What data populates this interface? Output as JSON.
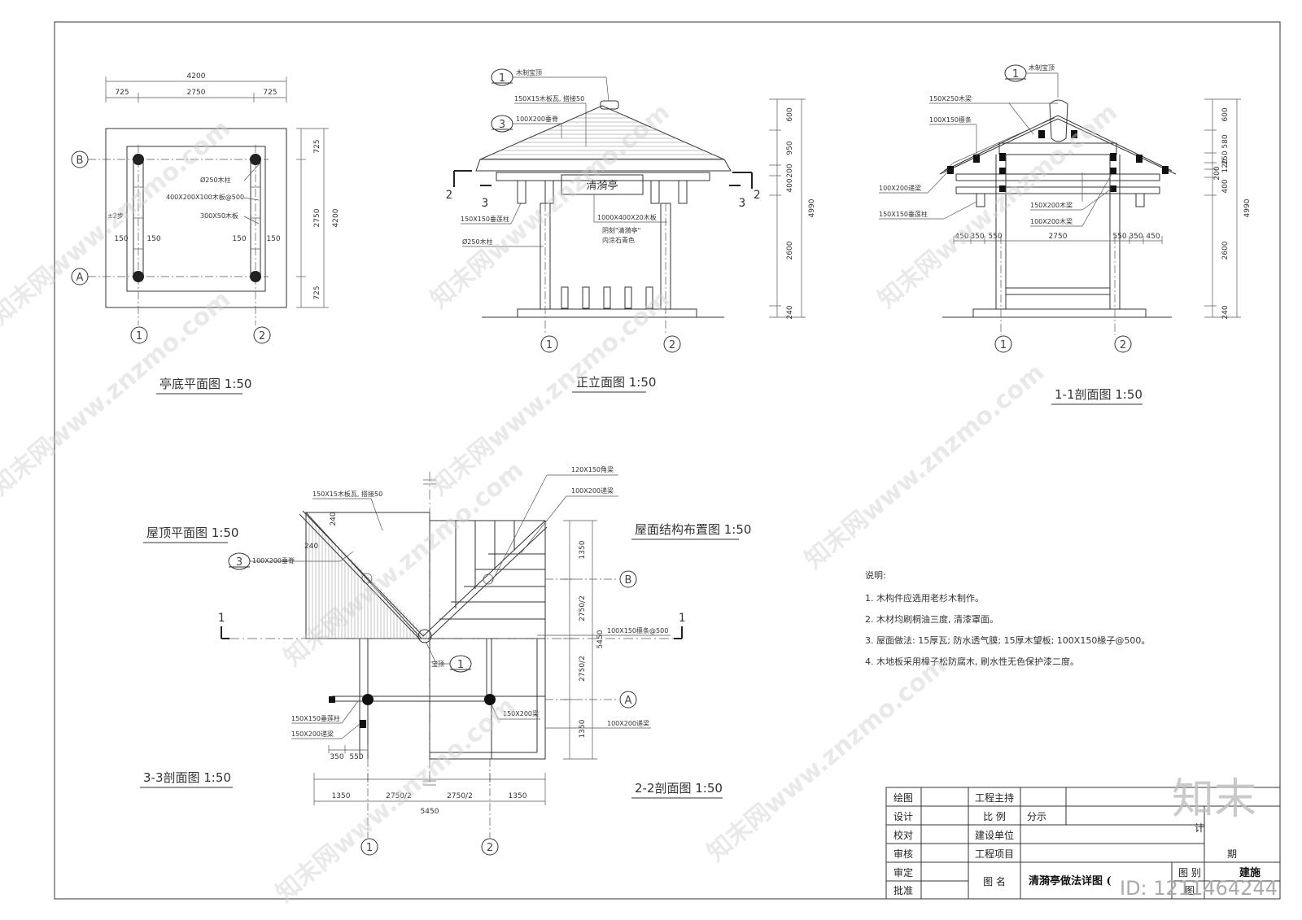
{
  "views": {
    "plan": {
      "title": "亭底平面图  1:50",
      "dims": [
        "4200",
        "725",
        "2750",
        "725",
        "725",
        "2750",
        "725",
        "4200",
        "150",
        "150",
        "150",
        "150",
        "±2步"
      ],
      "notes": [
        "Ø250木柱",
        "400X200X100木板@500",
        "300X50木板"
      ],
      "axes": [
        "B",
        "A",
        "1",
        "2"
      ]
    },
    "front": {
      "title": "正立面图  1:50",
      "plaque": "清漪亭",
      "notes": [
        "木制宝顶",
        "150X15木板瓦, 搭接50",
        "100X200垂脊",
        "150X150垂莲柱",
        "Ø250木柱",
        "1000X400X20木板",
        "阴刻\"清漪亭\"",
        "内涂石青色"
      ],
      "dims": [
        "600",
        "950",
        "200",
        "400",
        "2600",
        "240",
        "4990"
      ],
      "callouts": [
        "1",
        "3",
        "2",
        "3",
        "2"
      ],
      "axes": [
        "1",
        "2"
      ]
    },
    "section11": {
      "title": "1-1剖面图  1:50",
      "notes": [
        "木制宝顶",
        "150X250木梁",
        "100X150檩条",
        "100X200递梁",
        "150X150垂莲柱",
        "150X200木梁",
        "100X200木梁"
      ],
      "dims": [
        "450",
        "350",
        "550",
        "2750",
        "550",
        "350",
        "450",
        "600",
        "580",
        "250",
        "120",
        "200",
        "400",
        "2600",
        "240",
        "4990"
      ],
      "callouts": [
        "1"
      ],
      "axes": [
        "1",
        "2"
      ]
    },
    "roof": {
      "title_left": "屋顶平面图  1:50",
      "title_right": "屋面结构布置图  1:50",
      "title_sec33": "3-3剖面图  1:50",
      "title_sec22": "2-2剖面图  1:50",
      "notes": [
        "150X15木板瓦, 搭接50",
        "100X200垂脊",
        "120X150角梁",
        "100X200递梁",
        "100X150檩条@500",
        "宝顶",
        "150X150垂莲柱",
        "150X200递梁",
        "150X200梁",
        "100X200递梁"
      ],
      "dims": [
        "240",
        "240",
        "1350",
        "2750/2",
        "5450",
        "2750/2",
        "1350",
        "350",
        "550",
        "1350",
        "2750/2",
        "2750/2",
        "1350",
        "5450"
      ],
      "callouts": [
        "3",
        "1"
      ],
      "cut_marks": [
        "1",
        "1"
      ],
      "axes": [
        "B",
        "A",
        "1",
        "2"
      ]
    }
  },
  "notes": {
    "heading": "说明:",
    "items": [
      "1. 木构件应选用老杉木制作。",
      "2. 木材均刷桐油三度, 清漆罩面。",
      "3. 屋面做法: 15厚瓦; 防水透气膜; 15厚木望板; 100X150椽子@500。",
      "4. 木地板采用樟子松防腐木, 刷水性无色保护漆二度。"
    ]
  },
  "title_block": {
    "rows": [
      "绘图",
      "设计",
      "校对",
      "审核",
      "审定",
      "批准"
    ],
    "fields": [
      "工程主持",
      "比    例",
      "建设单位",
      "工程项目",
      "图    名"
    ],
    "scale_value": "分示",
    "drawing_name": "清漪亭做法详图 (",
    "category_label": "图    别",
    "category_value": "建施",
    "number_label": "图",
    "partial_label": "计",
    "partial_label_2": "期"
  },
  "watermark": {
    "logo": "知末",
    "text": "知末网www.znzmo.com",
    "id": "ID: 1211464244"
  }
}
